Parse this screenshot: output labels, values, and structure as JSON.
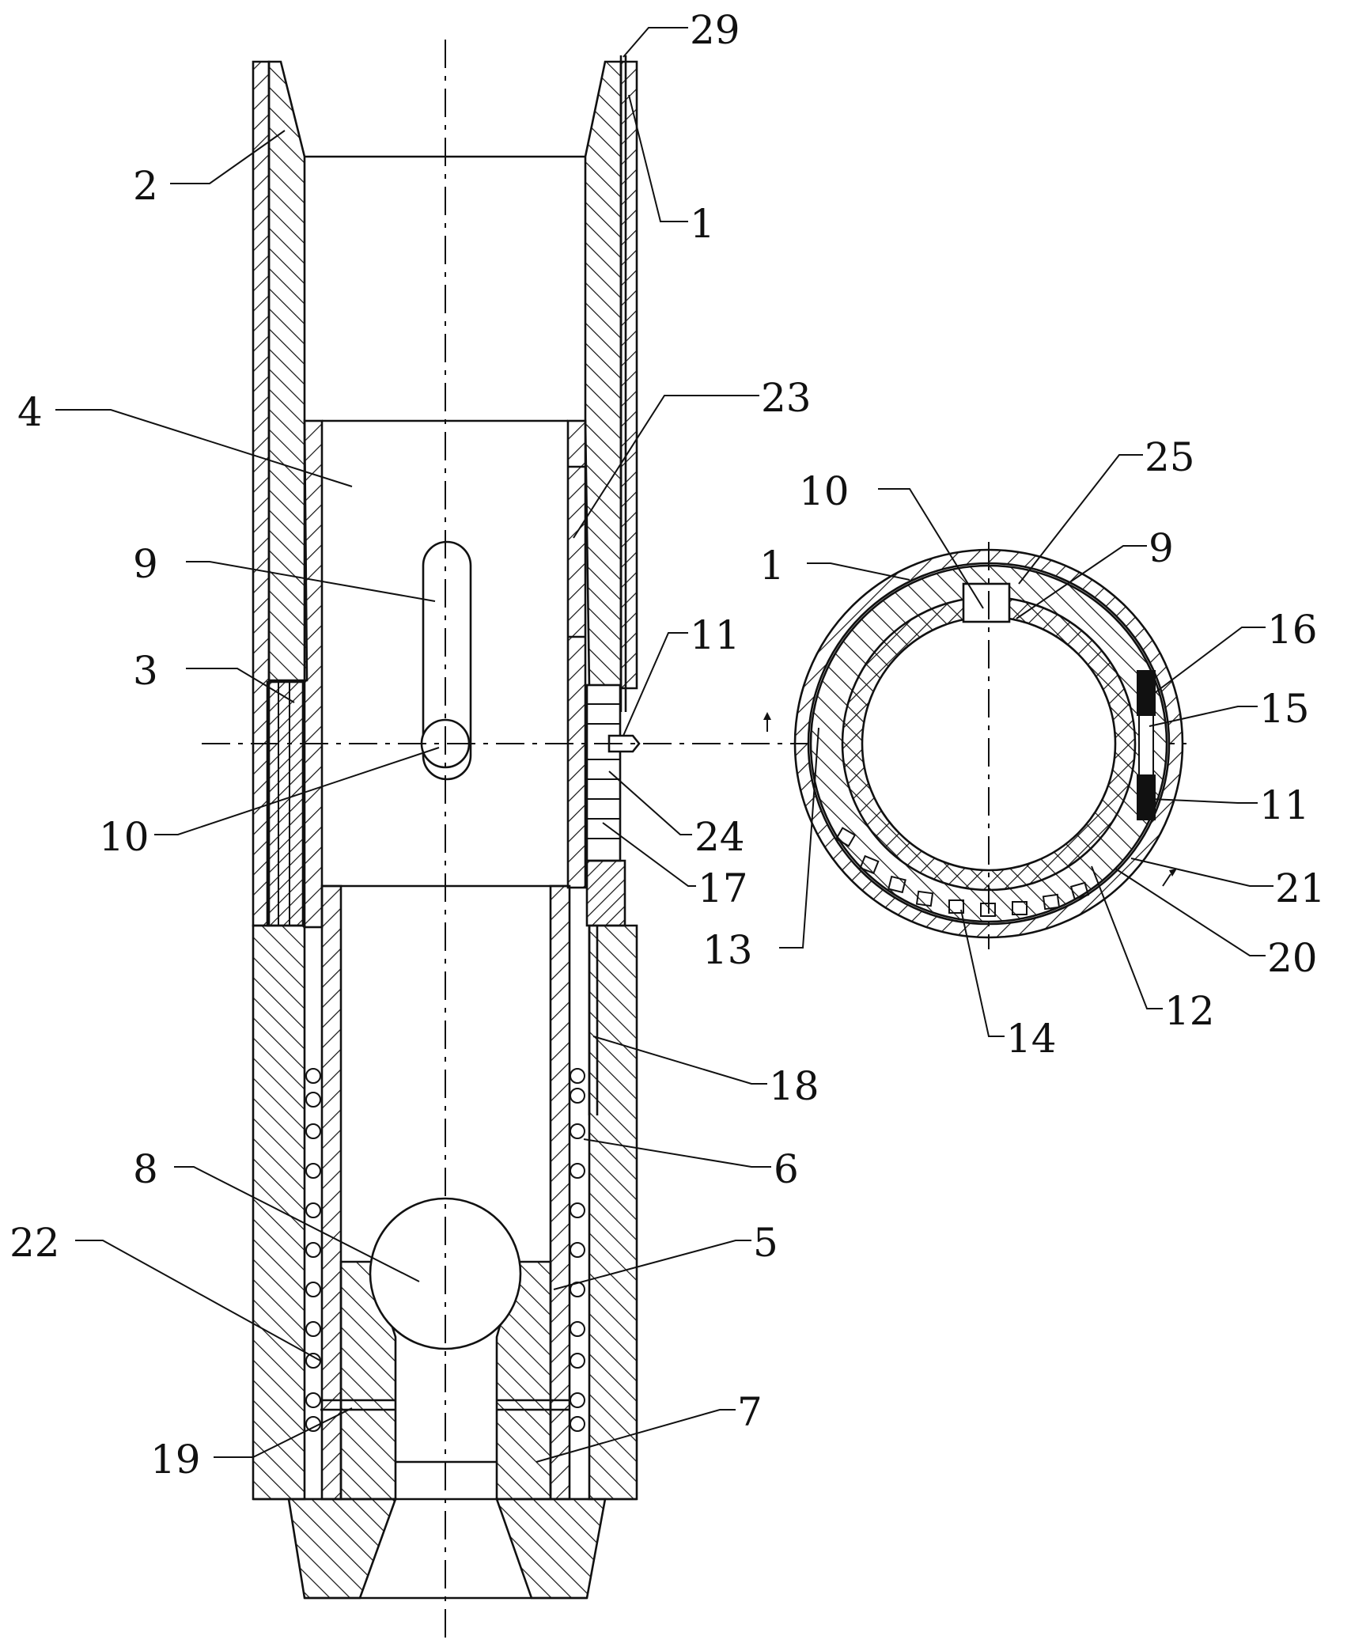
{
  "labels": {
    "n1_top": "1",
    "n2": "2",
    "n29": "29",
    "n4": "4",
    "n23": "23",
    "n9_left": "9",
    "n3": "3",
    "n10_left": "10",
    "n11_left": "11",
    "n24": "24",
    "n17": "17",
    "n18": "18",
    "n6": "6",
    "n8": "8",
    "n22": "22",
    "n5": "5",
    "n7": "7",
    "n19": "19",
    "n25": "25",
    "n10_right": "10",
    "n9_right": "9",
    "n1_right": "1",
    "n16": "16",
    "n15": "15",
    "n11_right": "11",
    "n21": "21",
    "n13": "13",
    "n20": "20",
    "n12": "12",
    "n14": "14"
  }
}
